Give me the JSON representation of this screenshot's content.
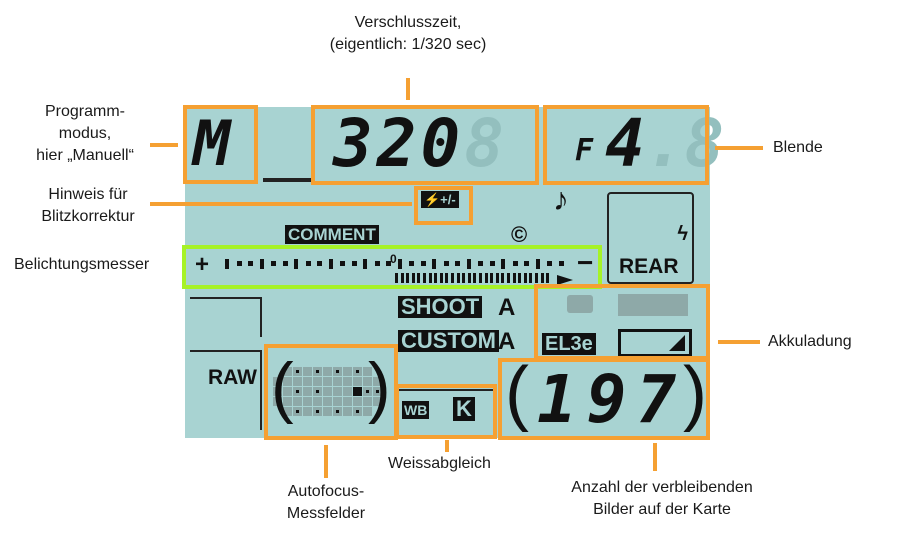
{
  "lcd": {
    "mode": "M",
    "shutter_digits": "320",
    "shutter_ghost": "8",
    "aperture_prefix": "F",
    "aperture_digit": "4",
    "aperture_ghost": ".8",
    "flash_comp_icon": "⚡+/-",
    "music_icon": "♪",
    "comment": "COMMENT",
    "copyright": "©",
    "meter_plus": "+",
    "meter_zero": "0",
    "meter_minus": "−",
    "rear": "REAR",
    "flash_icon": "ϟ",
    "shoot": "SHOOT",
    "shoot_bank": "A",
    "custom": "CUSTOM",
    "custom_bank": "A",
    "battery_type": "EL3e",
    "raw": "RAW",
    "wb": "WB",
    "wb_value": "K",
    "frames_remaining": "197",
    "colors": {
      "lcd": "#a8d3d2",
      "highlight": "#f5a032",
      "meter_highlight": "#a6f227"
    }
  },
  "annotations": {
    "shutter": [
      "Verschlusszeit,",
      "(eigentlich: 1/320 sec)"
    ],
    "mode": [
      "Programm-",
      "modus,",
      "hier „Manuell“"
    ],
    "aperture": "Blende",
    "flash_comp": [
      "Hinweis für",
      "Blitzkorrektur"
    ],
    "meter": "Belichtungsmesser",
    "battery": "Akkuladung",
    "af": [
      "Autofocus-",
      "Messfelder"
    ],
    "wb": "Weissabgleich",
    "frames": [
      "Anzahl der verbleibenden",
      "Bilder auf der Karte"
    ]
  }
}
